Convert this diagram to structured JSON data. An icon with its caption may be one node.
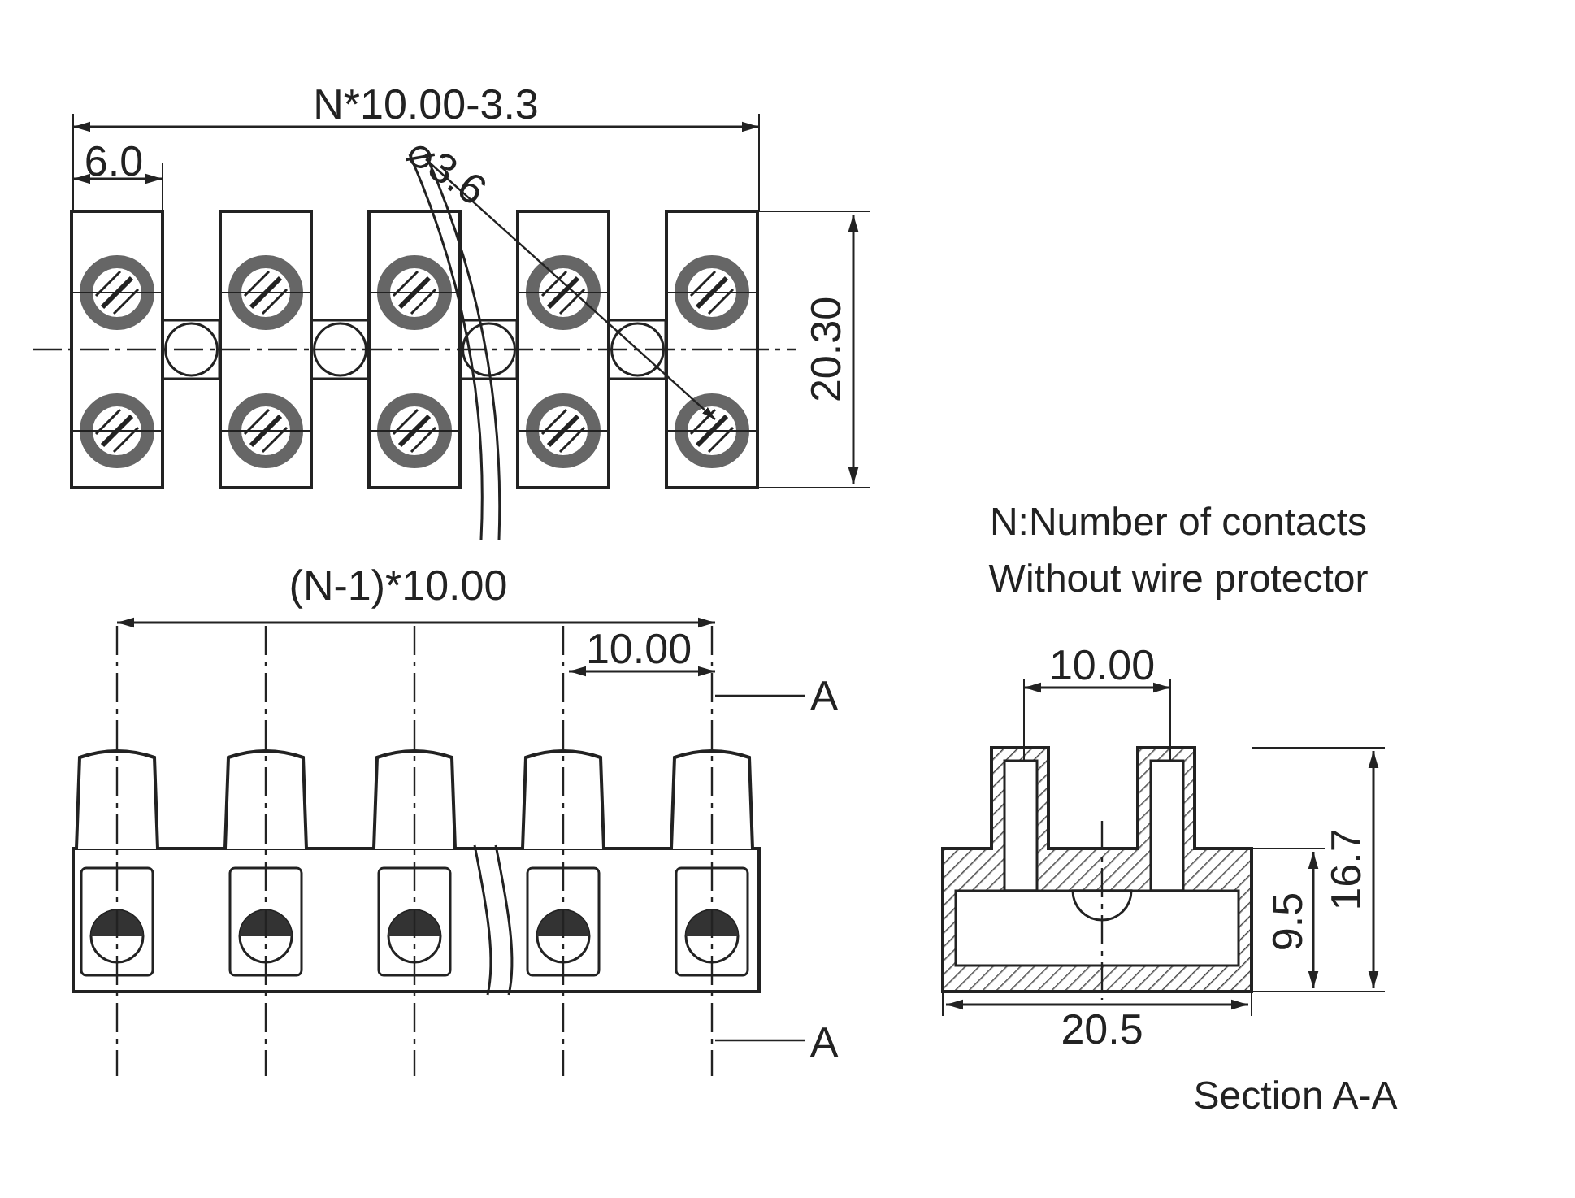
{
  "diagram": {
    "labels": [
      "N*10.00-3.3",
      "6.0",
      "⌀3.6",
      "20.30",
      "(N-1)*10.00",
      "10.00",
      "A",
      "A",
      "N:Number of contacts",
      "Without wire protector",
      "10.00",
      "16.7",
      "9.5",
      "20.5",
      "Section A-A"
    ]
  }
}
